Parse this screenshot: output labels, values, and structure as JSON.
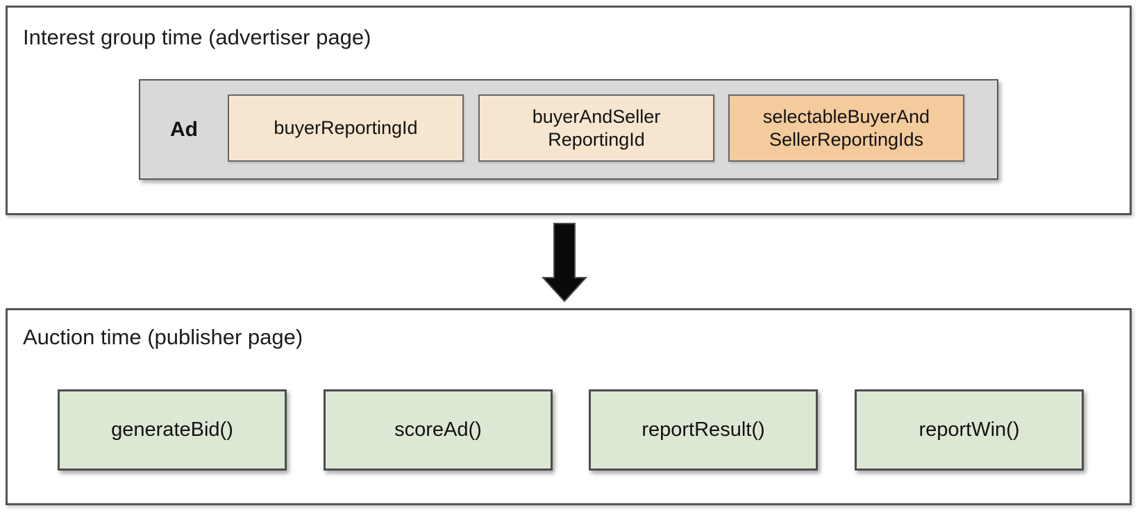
{
  "colors": {
    "section_border": "#545454",
    "ad_container_bg": "#D9D9D9",
    "reporting_box_bg": "#F7E6CF",
    "selectable_box_bg": "#F3CB9C",
    "function_box_bg": "#DCE8D3",
    "arrow_fill": "#0a0a0a"
  },
  "icons": {
    "flow_arrow": "down-arrow"
  },
  "interest_group_section": {
    "title": "Interest group time (advertiser page)",
    "ad_label": "Ad",
    "reporting_boxes": [
      {
        "label": "buyerReportingId"
      },
      {
        "label": "buyerAndSeller\nReportingId"
      },
      {
        "label": "selectableBuyerAnd\nSellerReportingIds"
      }
    ]
  },
  "auction_section": {
    "title": "Auction time (publisher page)",
    "function_boxes": [
      {
        "label": "generateBid()"
      },
      {
        "label": "scoreAd()"
      },
      {
        "label": "reportResult()"
      },
      {
        "label": "reportWin()"
      }
    ]
  }
}
